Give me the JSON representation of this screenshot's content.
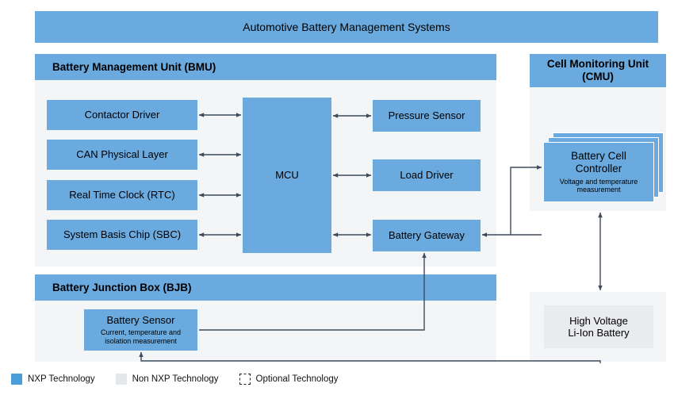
{
  "diagram": {
    "title": "Automotive Battery Management Systems",
    "colors": {
      "nxp_blue": "#6baadf",
      "legend_blue": "#4a9ddb",
      "non_nxp_gray": "#e9ebee",
      "panel_bg": "#f4f5f7",
      "connector": "#3d4b5c"
    }
  },
  "bmu": {
    "header": "Battery Management Unit (BMU)",
    "left_blocks": [
      {
        "label": "Contactor Driver"
      },
      {
        "label": "CAN Physical Layer"
      },
      {
        "label": "Real Time Clock (RTC)"
      },
      {
        "label": "System Basis Chip (SBC)"
      }
    ],
    "mcu": {
      "label": "MCU"
    },
    "right_blocks": [
      {
        "label": "Pressure Sensor"
      },
      {
        "label": "Load Driver"
      },
      {
        "label": "Battery Gateway"
      }
    ]
  },
  "cmu": {
    "header_line1": "Cell Monitoring Unit",
    "header_line2": "(CMU)",
    "controller": {
      "label_line1": "Battery Cell",
      "label_line2": "Controller",
      "sub_line1": "Voltage and temperature",
      "sub_line2": "measurement"
    }
  },
  "bjb": {
    "header": "Battery Junction Box (BJB)",
    "sensor": {
      "label": "Battery Sensor",
      "sub_line1": "Current, temperature and",
      "sub_line2": "isolation measurement"
    }
  },
  "battery": {
    "label_line1": "High Voltage",
    "label_line2": "Li-Ion Battery"
  },
  "legend": {
    "items": [
      {
        "label": "NXP Technology",
        "type": "nxp"
      },
      {
        "label": "Non NXP Technology",
        "type": "non-nxp"
      },
      {
        "label": "Optional Technology",
        "type": "optional"
      }
    ]
  }
}
